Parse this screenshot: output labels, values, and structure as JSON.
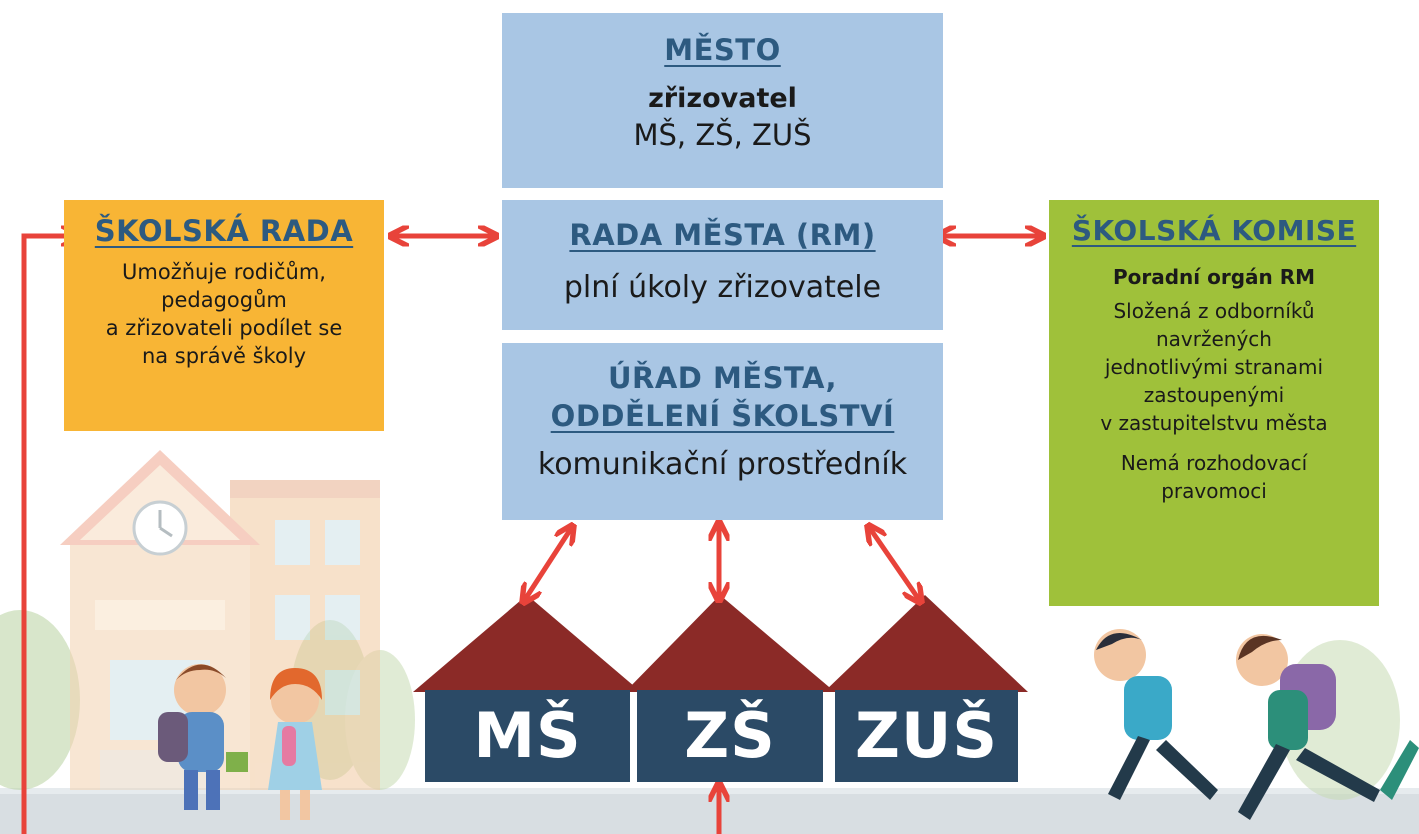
{
  "colors": {
    "blue_box": "#a9c6e4",
    "orange_box": "#f8b535",
    "green_box": "#9fc13a",
    "title_text": "#2d5a80",
    "roof": "#8b2a27",
    "school_label_bg": "#2b4a66",
    "arrow": "#e8433a"
  },
  "mesto": {
    "title": "MĚSTO",
    "role": "zřizovatel",
    "schools": "MŠ, ZŠ, ZUŠ"
  },
  "rada_mesta": {
    "title": "RADA MĚSTA (RM)",
    "desc": "plní úkoly zřizovatele"
  },
  "urad": {
    "title_line1": "ÚŘAD MĚSTA,",
    "title_line2": "ODDĚLENÍ ŠKOLSTVÍ",
    "desc": "komunikační prostředník"
  },
  "skolska_rada": {
    "title": "ŠKOLSKÁ RADA",
    "desc_lines": [
      "Umožňuje rodičům,",
      "pedagogům",
      "a zřizovateli podílet se",
      "na správě školy"
    ]
  },
  "skolska_komise": {
    "title": "ŠKOLSKÁ KOMISE",
    "subtitle": "Poradní orgán RM",
    "desc_lines": [
      "Složená z odborníků",
      "navržených",
      "jednotlivými stranami",
      "zastoupenými",
      "v zastupitelstvu města"
    ],
    "note_lines": [
      "Nemá rozhodovací",
      "pravomoci"
    ]
  },
  "schools": [
    {
      "label": "MŠ"
    },
    {
      "label": "ZŠ"
    },
    {
      "label": "ZUŠ"
    }
  ]
}
